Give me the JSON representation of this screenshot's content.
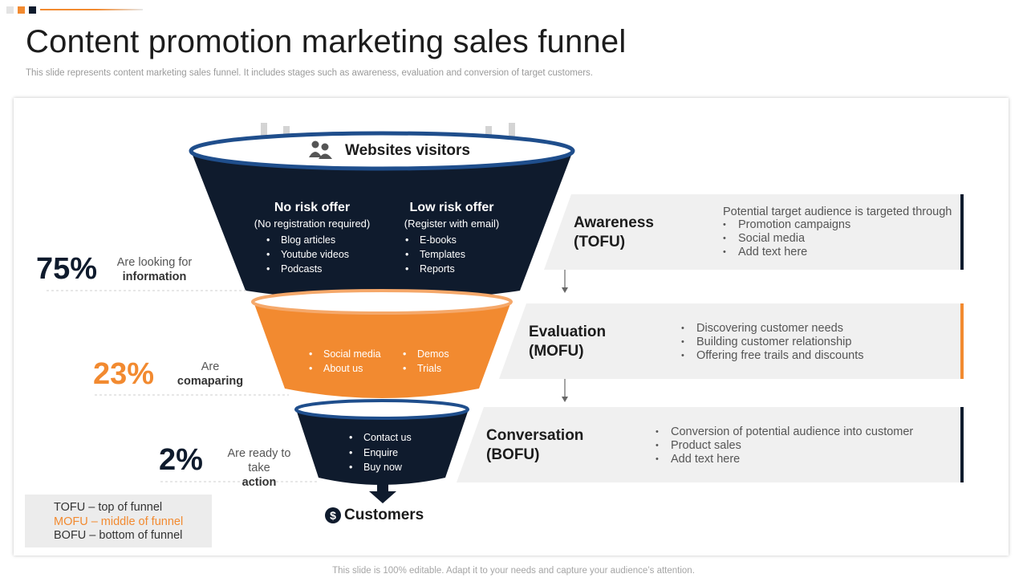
{
  "header": {
    "title": "Content promotion marketing sales funnel",
    "subtitle": "This slide represents content marketing sales funnel. It includes stages such as awareness, evaluation and conversion of target customers.",
    "accent_colors": [
      "#e3e3e3",
      "#f28a30",
      "#0f1b2d"
    ]
  },
  "funnel": {
    "top_label": "Websites visitors",
    "top_icon": "users-icon",
    "tofu": {
      "offers": [
        {
          "title": "No risk offer",
          "subtitle": "(No registration required)",
          "items": [
            "Blog articles",
            "Youtube videos",
            "Podcasts"
          ]
        },
        {
          "title": "Low risk offer",
          "subtitle": "(Register with email)",
          "items": [
            "E-books",
            "Templates",
            "Reports"
          ]
        }
      ]
    },
    "mofu": {
      "col1": [
        "Social media",
        "About us"
      ],
      "col2": [
        "Demos",
        "Trials"
      ]
    },
    "bofu": {
      "items": [
        "Contact us",
        "Enquire",
        "Buy now"
      ]
    },
    "bottom_label": "Customers",
    "bottom_icon": "dollar-icon",
    "colors": {
      "navy": "#0f1b2d",
      "orange": "#f28a30",
      "blue_rim": "#1f4e8c"
    }
  },
  "percentages": [
    {
      "value": "75%",
      "text_a": "Are looking for",
      "text_b": "information",
      "color": "#0f1b2d"
    },
    {
      "value": "23%",
      "text_a": "Are",
      "text_b": "comaparing",
      "color": "#f28a30"
    },
    {
      "value": "2%",
      "text_a": "Are ready to take",
      "text_b": "action",
      "color": "#0f1b2d"
    }
  ],
  "stages": [
    {
      "name": "Awareness",
      "code": "(TOFU)",
      "intro": "Potential target audience is targeted through",
      "bullets": [
        "Promotion campaigns",
        "Social media",
        "Add text here"
      ],
      "accent": "#0f1b2d"
    },
    {
      "name": "Evaluation",
      "code": "(MOFU)",
      "intro": "",
      "bullets": [
        "Discovering customer needs",
        "Building customer relationship",
        "Offering free trails and discounts"
      ],
      "accent": "#f28a30"
    },
    {
      "name": "Conversation",
      "code": "(BOFU)",
      "intro": "",
      "bullets": [
        "Conversion of potential audience into customer",
        "Product sales",
        "Add text here"
      ],
      "accent": "#0f1b2d"
    }
  ],
  "legend": [
    {
      "text": "TOFU – top of funnel",
      "color": "#333333"
    },
    {
      "text": "MOFU – middle of funnel",
      "color": "#f28a30"
    },
    {
      "text": "BOFU – bottom of funnel",
      "color": "#333333"
    }
  ],
  "footer": "This slide is 100% editable. Adapt it to your needs and capture your audience’s attention."
}
